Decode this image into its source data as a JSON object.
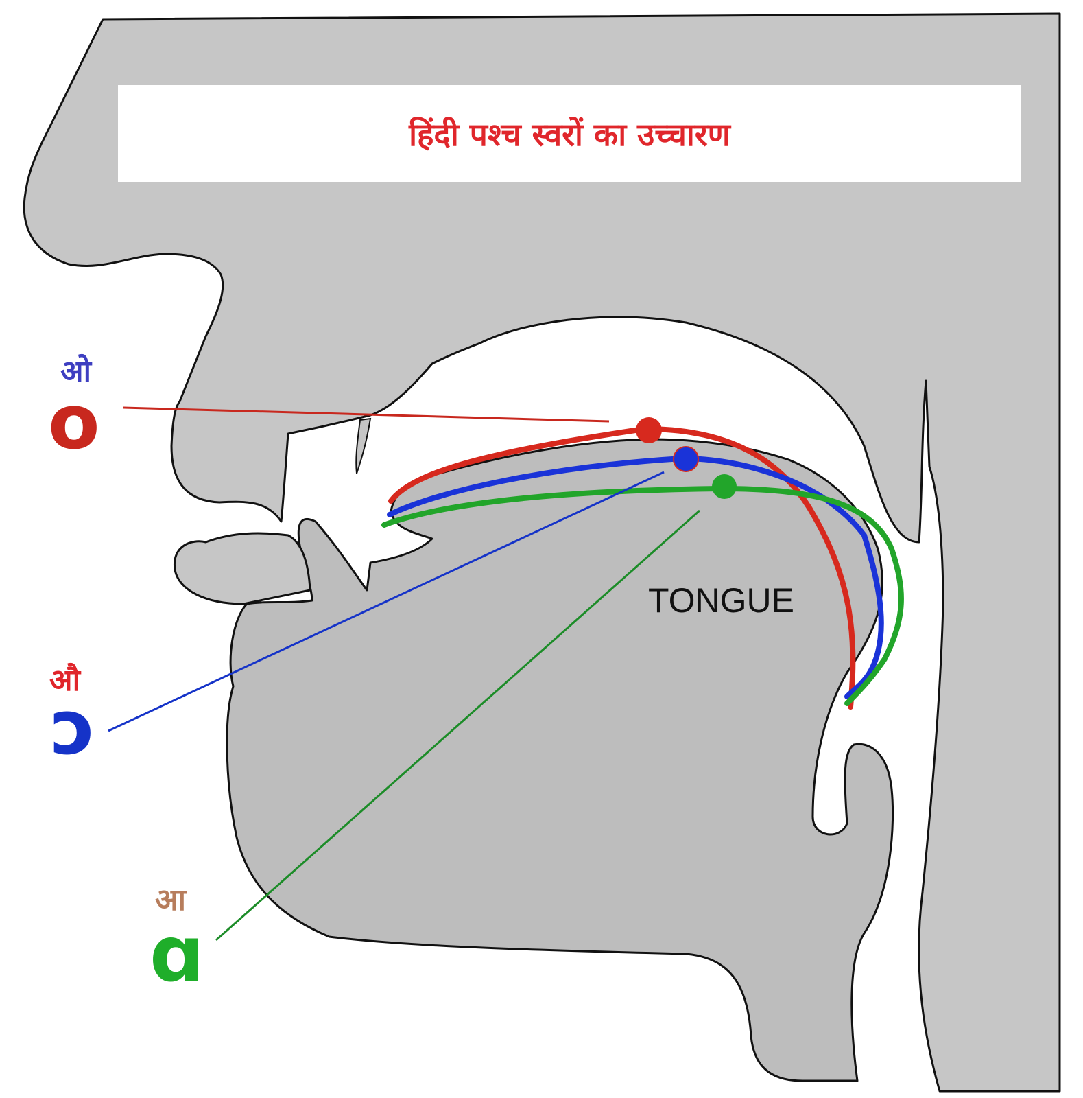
{
  "title": {
    "text": "हिंदी पश्च स्वरों का उच्चारण",
    "color": "#e0262b"
  },
  "tongue_label": "TONGUE",
  "colors": {
    "anatomy_fill": "#c6c6c6",
    "tongue_fill": "#bdbdbd",
    "cavity": "#ffffff",
    "outline": "#111111"
  },
  "vowels": [
    {
      "devanagari": "ओ",
      "ipa": "o",
      "devanagari_color": "#3e3fc1",
      "ipa_color": "#c8281e",
      "line_color": "#c8281e"
    },
    {
      "devanagari": "औ",
      "ipa": "ɔ",
      "devanagari_color": "#e0262b",
      "ipa_color": "#1533c8",
      "line_color": "#1533c8"
    },
    {
      "devanagari": "आ",
      "ipa": "ɑ",
      "devanagari_color": "#b77d5c",
      "ipa_color": "#1fae2a",
      "line_color": "#1c8c28"
    }
  ],
  "curves": [
    {
      "name": "o-tongue-curve",
      "color": "#d7291e"
    },
    {
      "name": "open-o-tongue-curve",
      "color": "#1a33d8"
    },
    {
      "name": "a-tongue-curve",
      "color": "#22a52a"
    }
  ]
}
